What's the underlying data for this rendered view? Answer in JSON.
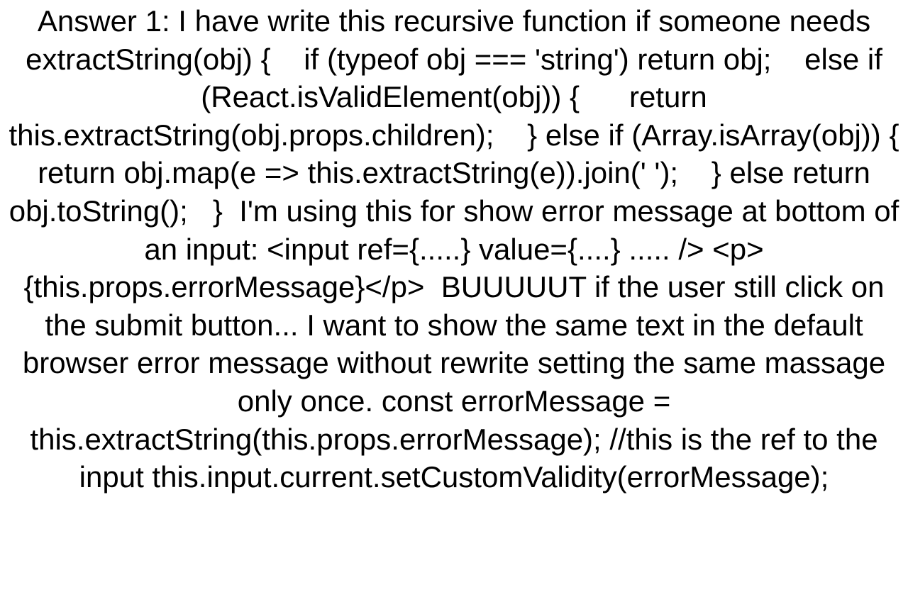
{
  "card": {
    "background_color": "#ffffff",
    "text_color": "#000000",
    "answer_label": "Answer 1:",
    "body": "Answer 1: I have write this recursive function if someone needs   extractString(obj) {    if (typeof obj === 'string') return obj;    else if (React.isValidElement(obj)) {      return this.extractString(obj.props.children);    } else if (Array.isArray(obj)) {      return obj.map(e => this.extractString(e)).join(' ');    } else return obj.toString();   }  I'm using this for show error message at bottom of an input: <input ref={.....} value={....} ..... /> <p>{this.props.errorMessage}</p>  BUUUUUT if the user still click on the submit button... I want to show the same text in the default browser error message without rewrite setting the same massage only once. const errorMessage = this.extractString(this.props.errorMessage); //this is the ref to the input this.input.current.setCustomValidity(errorMessage);",
    "visual_lines": [
      "Answer 1: I have write this recursive function if someone",
      "needs   extractString(obj) {    if (typeof obj ===",
      "'string') return obj;    else if",
      "(React.isValidElement(obj)) {      return",
      "this.extractString(obj.props.children);    } else if",
      "(Array.isArray(obj)) {      return obj.map(e =>",
      "this.extractString(e)).join(' ');    } else return",
      "obj.toString();   }  I'm using this for show error message",
      "at bottom of an input: <input ref={.....} value={....} .....",
      "/> <p>{this.props.errorMessage}</p>  BUUUUUT if the user",
      "still click on the submit button... I want to show the same",
      "text in the default browser error message without rewrite",
      "setting the same massage only once. const errorMessage =",
      "this.extractString(this.props.errorMessage); //this is the",
      "ref to the input",
      "this.input.current.setCustomValidity(errorMessage);"
    ]
  }
}
